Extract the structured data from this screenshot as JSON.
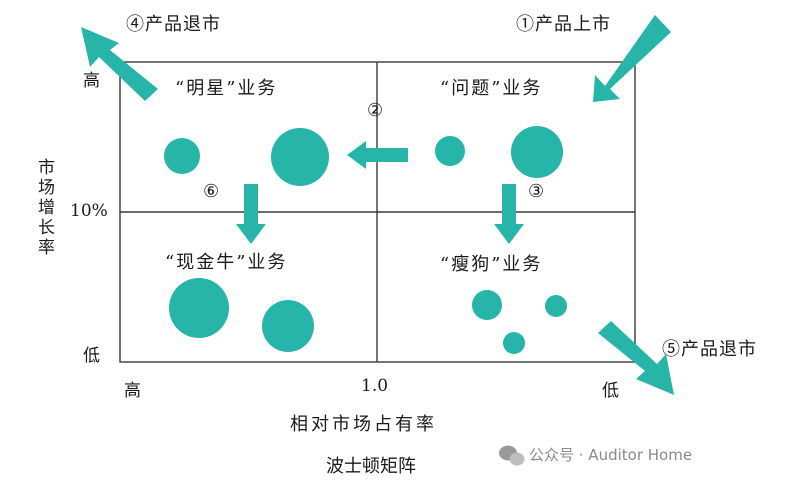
{
  "title": "波士顿矩阵",
  "quadrants": {
    "top_left": "“明星”业务",
    "top_right": "“问题”业务",
    "bottom_left": "“现金牛”业务",
    "bottom_right": "“瘦狗”业务"
  },
  "y_axis": {
    "label": "市场增长率",
    "high": "高",
    "mid": "10%",
    "low": "低"
  },
  "x_axis": {
    "label": "相对市场占有率",
    "high": "高",
    "mid": "1.0",
    "low": "低"
  },
  "flows": {
    "enter": "①产品上市",
    "step2": "②",
    "step3": "③",
    "exit_star": "④产品退市",
    "exit_dog": "⑤产品退市",
    "step6": "⑥"
  },
  "watermark": {
    "text": "公众号 · Auditor Home",
    "icon": "wechat-icon"
  },
  "colors": {
    "teal": "#26b5a8",
    "grid": "#333333"
  }
}
